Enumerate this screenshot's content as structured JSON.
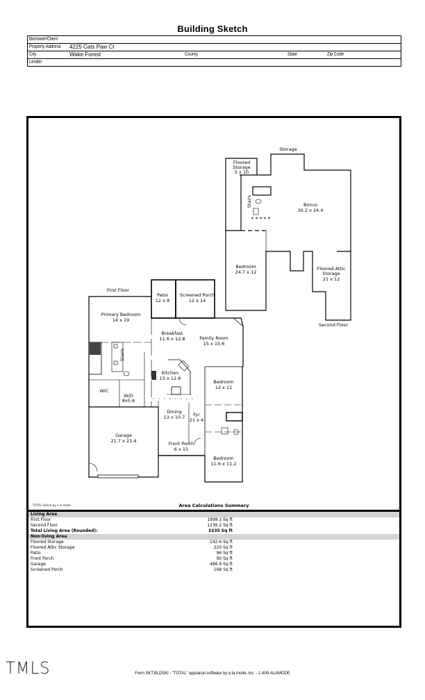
{
  "document": {
    "title": "Building Sketch",
    "form_footer": "Form SKT.BLDSKI - \"TOTAL\" appraisal software by a la mode, inc. - 1-800-ALAMODE",
    "logo_text": "TMLS"
  },
  "header_fields": {
    "borrower_label": "Borrower/Client",
    "borrower_value": "",
    "address_label": "Property Address",
    "address_value": "4225 Cats Paw Ct",
    "city_label": "City",
    "city_value": "Wake Forest",
    "county_label": "County",
    "county_value": "",
    "state_label": "State",
    "state_value": "",
    "zip_label": "Zip Code",
    "zip_value": "",
    "lender_label": "Lender",
    "lender_value": ""
  },
  "sketch": {
    "credit": "TOTAL Sketch by a la mode",
    "floors": {
      "first": "First Floor",
      "second": "Second Floor"
    },
    "labels": {
      "storage": "Storage",
      "stairs": "Stairs"
    },
    "rooms": {
      "floored_storage": {
        "name": "Floored",
        "name2": "Storage",
        "dims": "5 x 10"
      },
      "bonus": {
        "name": "Bonus",
        "dims": "30.2 x 24.4"
      },
      "bedroom_2f": {
        "name": "Bedroom",
        "dims": "24.7 x 12"
      },
      "floored_attic": {
        "name": "Floored Attic",
        "name2": "Storage",
        "dims": "21 x 12"
      },
      "patio": {
        "name": "Patio",
        "dims": "12 x 8"
      },
      "screened_porch": {
        "name": "Screened Porch",
        "dims": "12 x 14"
      },
      "primary_bedroom": {
        "name": "Primary Bedroom",
        "dims": "14 x 19"
      },
      "breakfast": {
        "name": "Breakfast",
        "dims": "11.6 x 12.8"
      },
      "family_room": {
        "name": "Family Room",
        "dims": "15 x 15.6"
      },
      "kitchen": {
        "name": "Kitchen",
        "dims": "13 x 12.8"
      },
      "wic": {
        "name": "WIC"
      },
      "wd": {
        "name": "W/D",
        "dims": "8x5.6"
      },
      "bedroom_a": {
        "name": "Bedroom",
        "dims": "12 x 11"
      },
      "dining": {
        "name": "Dining",
        "dims": "13 x 10.7"
      },
      "foyer": {
        "name": "Fyr",
        "dims": "21 x 4"
      },
      "garage": {
        "name": "Garage",
        "dims": "21.7 x 21.4"
      },
      "front_porch": {
        "name": "Front Porch",
        "dims": "6 x 15"
      },
      "bedroom_b": {
        "name": "Bedroom",
        "dims": "11.6 x 11.2"
      }
    }
  },
  "area_summary": {
    "title": "Area Calculations Summary",
    "living_header": "Living Area",
    "living": [
      {
        "label": "First Floor",
        "value": "1999.1 Sq ft"
      },
      {
        "label": "Second Floor",
        "value": "1236.2 Sq ft"
      }
    ],
    "total_label": "Total Living Area (Rounded):",
    "total_value": "3235 Sq ft",
    "nonliving_header": "Non-living Area",
    "nonliving": [
      {
        "label": "Floored Storage",
        "value": "142.6 Sq ft"
      },
      {
        "label": "Floored Attic Storage",
        "value": "220 Sq ft"
      },
      {
        "label": "Patio",
        "value": "96 Sq ft"
      },
      {
        "label": "Front Porch",
        "value": "90 Sq ft"
      },
      {
        "label": "Garage",
        "value": "486.9 Sq ft"
      },
      {
        "label": "Screened Porch",
        "value": "168 Sq ft"
      }
    ]
  }
}
